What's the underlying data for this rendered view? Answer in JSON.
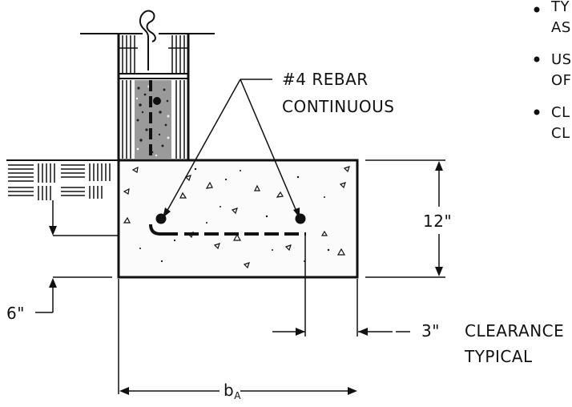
{
  "labels": {
    "rebar_line1": "#4  REBAR",
    "rebar_line2": "CONTINUOUS",
    "dim_height": "12\"",
    "dim_depth": "6\"",
    "clearance_value": "3\"",
    "clearance_line1": "CLEARANCE",
    "clearance_line2": "TYPICAL",
    "width_symbol": "b",
    "width_subscript": "A"
  },
  "notes": [
    {
      "line1": "TY",
      "line2": "AS"
    },
    {
      "line1": "US",
      "line2": "OF"
    },
    {
      "line1": "CL",
      "line2": "CL"
    }
  ]
}
